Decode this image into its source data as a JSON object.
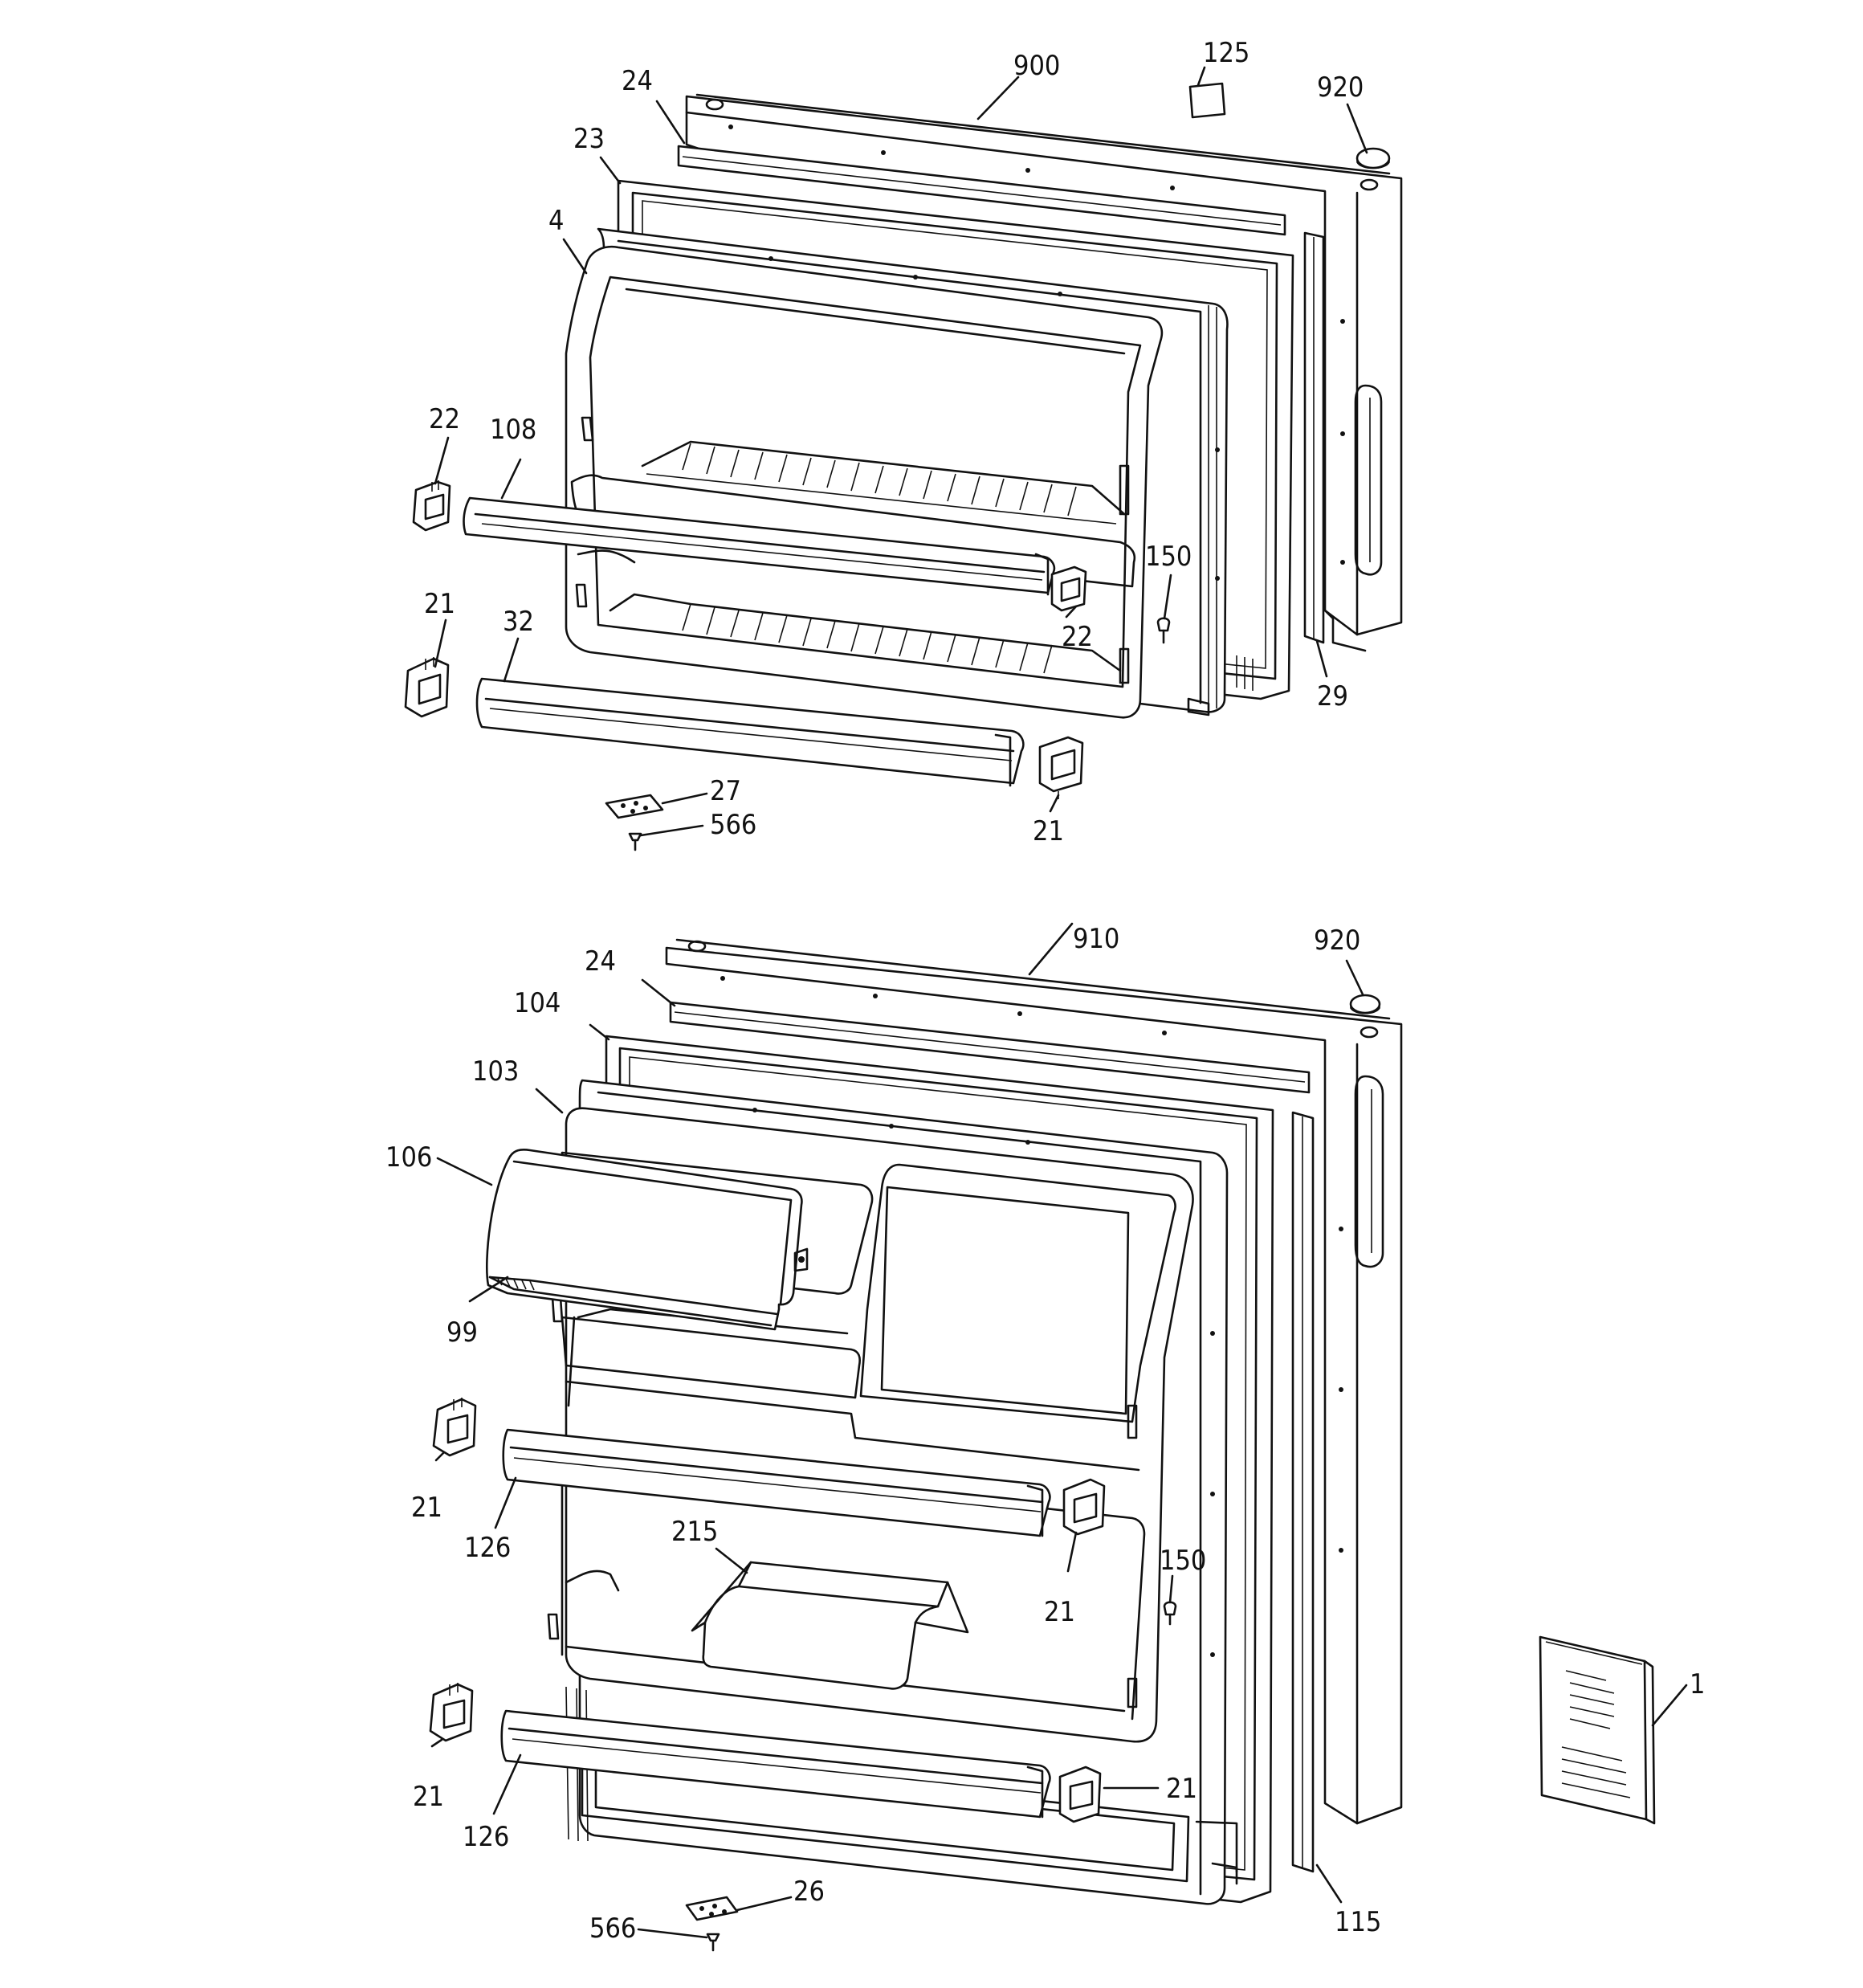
{
  "labels": {
    "p900": "900",
    "p125": "125",
    "p920a": "920",
    "p24a": "24",
    "p23": "23",
    "p4": "4",
    "p22a": "22",
    "p108": "108",
    "p150a": "150",
    "p22b": "22",
    "p21a": "21",
    "p32": "32",
    "p29": "29",
    "p27": "27",
    "p566a": "566",
    "p21b": "21",
    "p910": "910",
    "p920b": "920",
    "p24b": "24",
    "p104": "104",
    "p103": "103",
    "p106": "106",
    "p99": "99",
    "p21c": "21",
    "p126a": "126",
    "p215": "215",
    "p150b": "150",
    "p21d": "21",
    "p1": "1",
    "p21e": "21",
    "p126b": "126",
    "p21f": "21",
    "p115": "115",
    "p26": "26",
    "p566b": "566"
  },
  "colors": {
    "line": "#111111",
    "background": "#ffffff"
  }
}
